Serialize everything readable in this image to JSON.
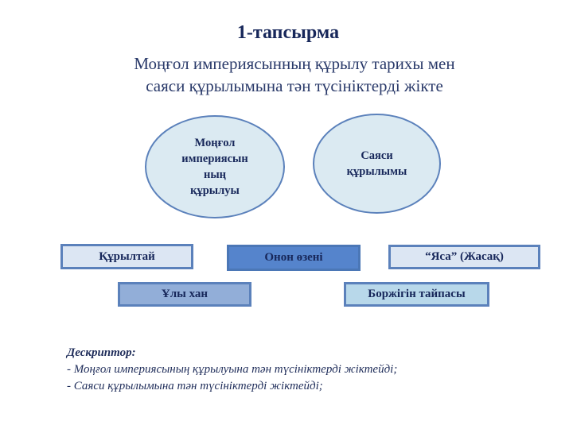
{
  "slide": {
    "title": "1-тапсырма",
    "subtitle_line1": "Моңғол империясынның құрылу тарихы мен",
    "subtitle_line2": "саяси құрылымына тән түсініктерді жікте"
  },
  "categories": [
    {
      "lines": [
        "Моңғол",
        "империясын",
        "ның",
        "құрылуы"
      ]
    },
    {
      "lines": [
        "Саяси",
        "құрылымы"
      ]
    }
  ],
  "terms": [
    {
      "label": "Құрылтай",
      "style": "light"
    },
    {
      "label": "Онон өзені",
      "style": "dark"
    },
    {
      "label": "“Яса” (Жасақ)",
      "style": "light"
    },
    {
      "label": "Ұлы хан",
      "style": "mid"
    },
    {
      "label": "Боржігін тайпасы",
      "style": "cyan"
    }
  ],
  "descriptor": {
    "heading": "Дескриптор:",
    "items": [
      "- Моңғол империясының құрылуына тән түсініктерді жіктейді;",
      "- Саяси құрылымына тән түсініктерді жіктейді;"
    ]
  },
  "colors": {
    "title_text": "#17275a",
    "ellipse_fill": "#dbeaf2",
    "ellipse_border": "#5b81bb",
    "box_light": "#dce6f3",
    "box_mid": "#92aed8",
    "box_dark": "#5584cc",
    "box_cyan": "#b8d8ea"
  }
}
